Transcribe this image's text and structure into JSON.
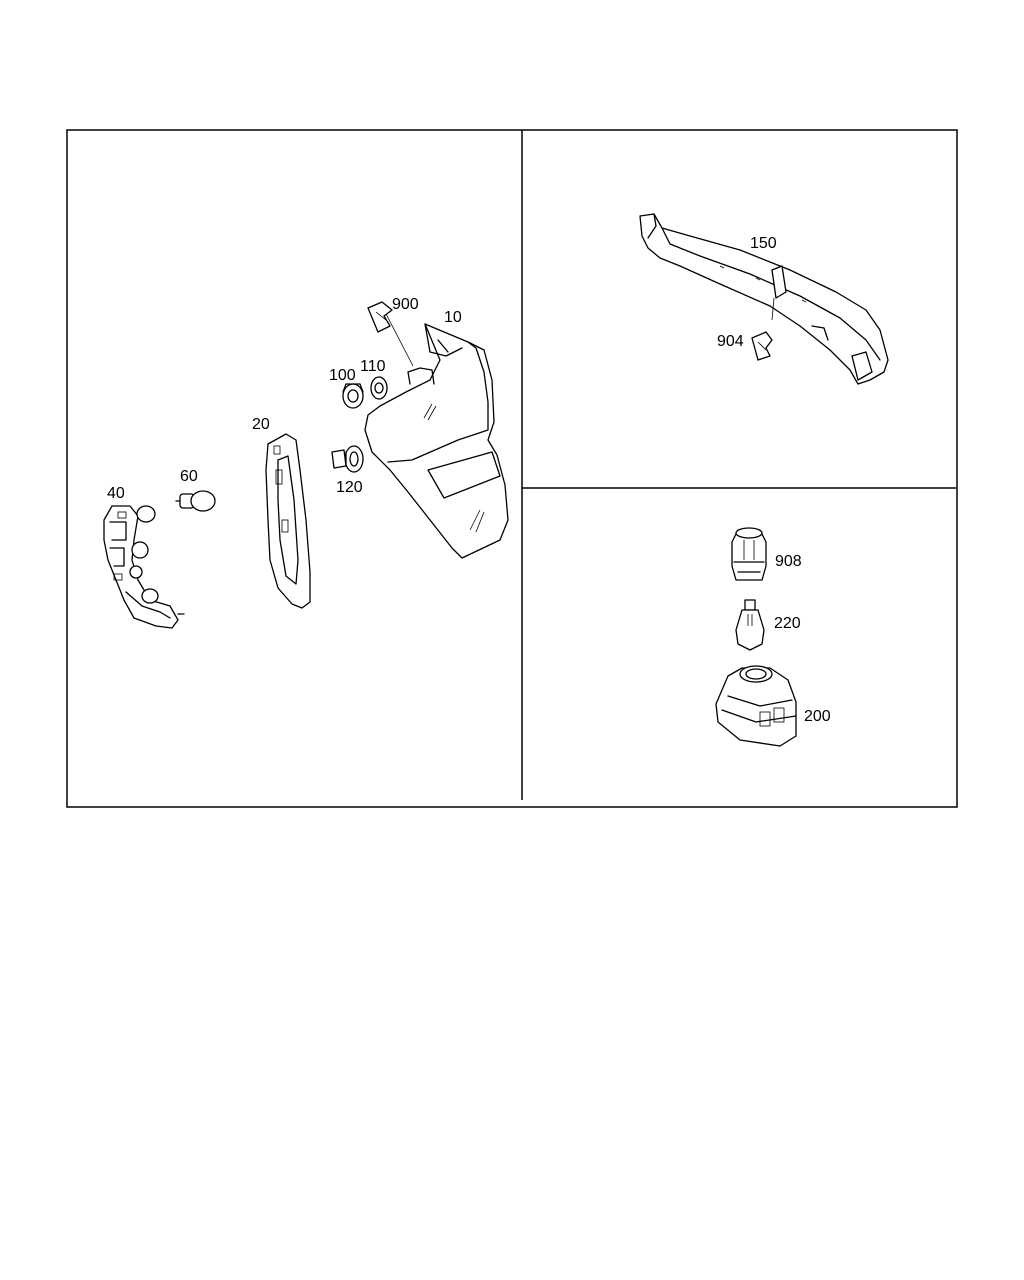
{
  "callouts": {
    "p10": "10",
    "p20": "20",
    "p40": "40",
    "p60": "60",
    "p100": "100",
    "p110": "110",
    "p120": "120",
    "p150": "150",
    "p200": "200",
    "p220": "220",
    "p900": "900",
    "p904": "904",
    "p908": "908"
  }
}
